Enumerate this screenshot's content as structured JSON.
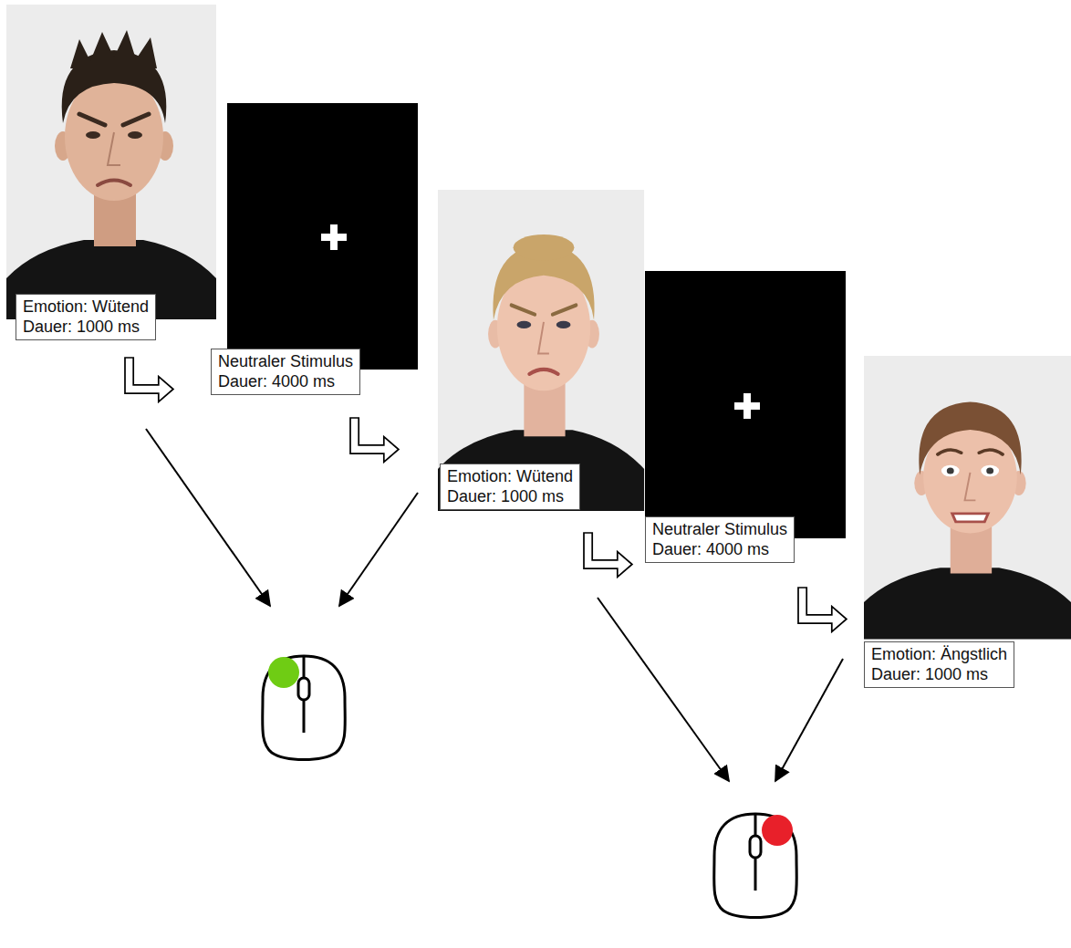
{
  "diagram": {
    "nodes": [
      {
        "text": [
          "Emotion: Wütend",
          "Dauer: 1000 ms"
        ]
      },
      {
        "text": [
          "Neutraler Stimulus",
          "Dauer: 4000 ms"
        ]
      },
      {
        "text": [
          "Emotion: Wütend",
          "Dauer: 1000 ms"
        ]
      },
      {
        "text": [
          "Neutraler Stimulus",
          "Dauer: 4000 ms"
        ]
      },
      {
        "text": [
          "Emotion: Ängstlich",
          "Dauer: 1000 ms"
        ]
      }
    ],
    "edges": []
  }
}
